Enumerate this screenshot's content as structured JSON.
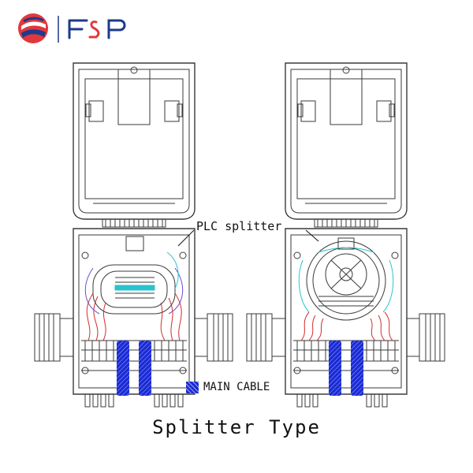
{
  "brand": {
    "name": "FSP",
    "logo_icon": "fsp-swoosh-logo-icon",
    "colors": {
      "red": "#e0383e",
      "blue": "#1e3a8a"
    }
  },
  "labels": {
    "plc_splitter": "PLC splitter",
    "legend_main_cable": "MAIN CABLE",
    "caption": "Splitter Type"
  },
  "colors": {
    "line": "#3a3a3a",
    "main_cable": "#1a2bd6",
    "fiber_red": "#d62a2a",
    "fiber_cyan": "#27c3cf",
    "fiber_purple": "#6b4ccf"
  }
}
